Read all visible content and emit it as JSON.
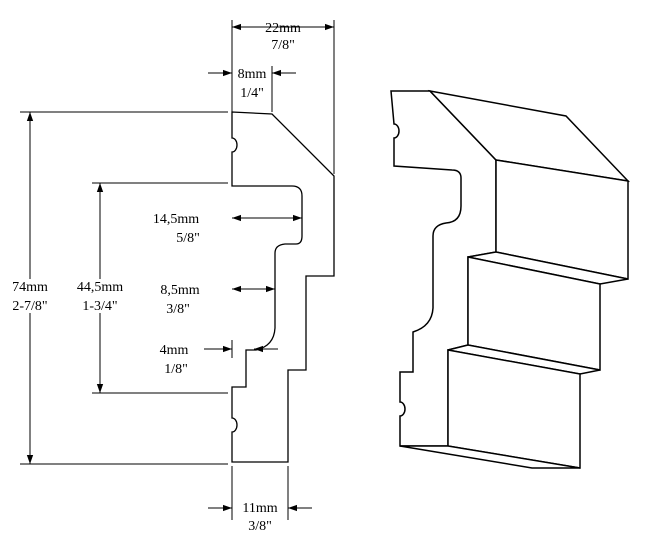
{
  "dimensions": {
    "width_top": {
      "metric": "22mm",
      "imperial": "7/8\""
    },
    "width_small": {
      "metric": "8mm",
      "imperial": "1/4\""
    },
    "height_total": {
      "metric": "74mm",
      "imperial": "2-7/8\""
    },
    "height_inner": {
      "metric": "44,5mm",
      "imperial": "1-3/4\""
    },
    "depth_upper": {
      "metric": "14,5mm",
      "imperial": "5/8\""
    },
    "depth_middle": {
      "metric": "8,5mm",
      "imperial": "3/8\""
    },
    "depth_lower": {
      "metric": "4mm",
      "imperial": "1/8\""
    },
    "width_bottom": {
      "metric": "11mm",
      "imperial": "3/8\""
    }
  }
}
